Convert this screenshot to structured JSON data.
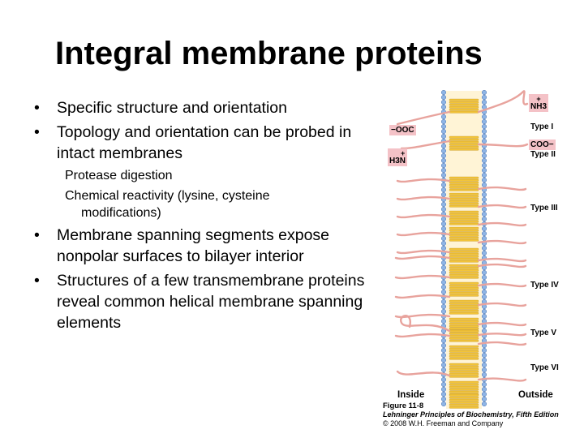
{
  "title": "Integral membrane proteins",
  "bullets": [
    {
      "text": "Specific structure and orientation"
    },
    {
      "text": "Topology and orientation can be probed in intact membranes",
      "sub": [
        "Protease digestion",
        "Chemical reactivity (lysine, cysteine",
        "modifications)"
      ]
    },
    {
      "text": "Membrane spanning segments expose nonpolar surfaces to bilayer interior"
    },
    {
      "text": "Structures of a few transmembrane proteins reveal common helical membrane spanning elements"
    }
  ],
  "figure": {
    "types": [
      "Type I",
      "Type II",
      "Type III",
      "Type IV",
      "Type V",
      "Type VI"
    ],
    "inside": "Inside",
    "outside": "Outside",
    "nh3_top": "+",
    "nh3": "NH3",
    "ooc": "−OOC",
    "coo": "COO−",
    "h3n": "H3N",
    "h3n_plus": "+",
    "caption_fig": "Figure 11-8",
    "caption_book": "Lehninger Principles of Biochemistry, Fifth Edition",
    "caption_copy": "© 2008 W.H. Freeman and Company",
    "colors": {
      "helix": "#f2c43a",
      "head": "#8fb5e6",
      "chain": "#e8a39d",
      "label_bg": "#f4c2c7"
    }
  }
}
